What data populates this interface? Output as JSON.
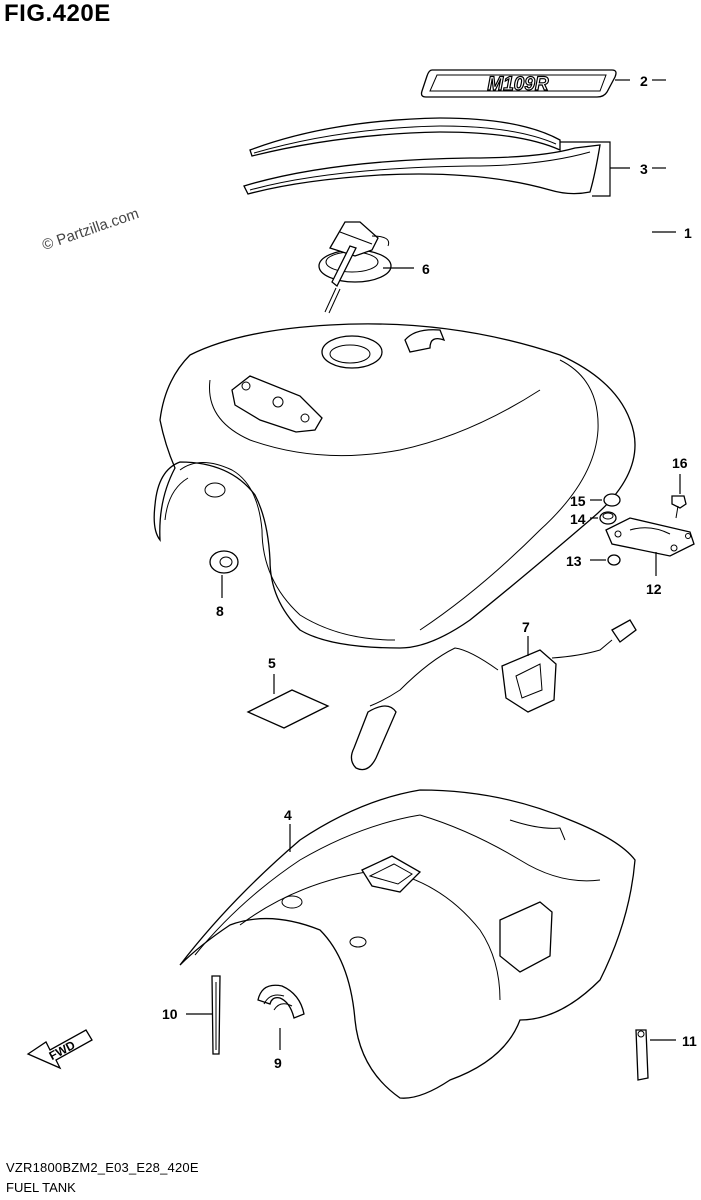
{
  "figure": {
    "title": "FIG.420E",
    "watermark": "© Partzilla.com",
    "model_code": "VZR1800BZM2_E03_E28_420E",
    "section_name": "FUEL TANK"
  },
  "emblem_text": "M109R",
  "fwd_label": "FWD",
  "callouts": [
    {
      "id": "callout-1",
      "label": "1"
    },
    {
      "id": "callout-2",
      "label": "2"
    },
    {
      "id": "callout-3",
      "label": "3"
    },
    {
      "id": "callout-4",
      "label": "4"
    },
    {
      "id": "callout-5",
      "label": "5"
    },
    {
      "id": "callout-6",
      "label": "6"
    },
    {
      "id": "callout-7",
      "label": "7"
    },
    {
      "id": "callout-8",
      "label": "8"
    },
    {
      "id": "callout-9",
      "label": "9"
    },
    {
      "id": "callout-10",
      "label": "10"
    },
    {
      "id": "callout-11",
      "label": "11"
    },
    {
      "id": "callout-12",
      "label": "12"
    },
    {
      "id": "callout-13",
      "label": "13"
    },
    {
      "id": "callout-14",
      "label": "14"
    },
    {
      "id": "callout-15",
      "label": "15"
    },
    {
      "id": "callout-16",
      "label": "16"
    }
  ],
  "colors": {
    "line": "#000000",
    "background": "#ffffff"
  }
}
